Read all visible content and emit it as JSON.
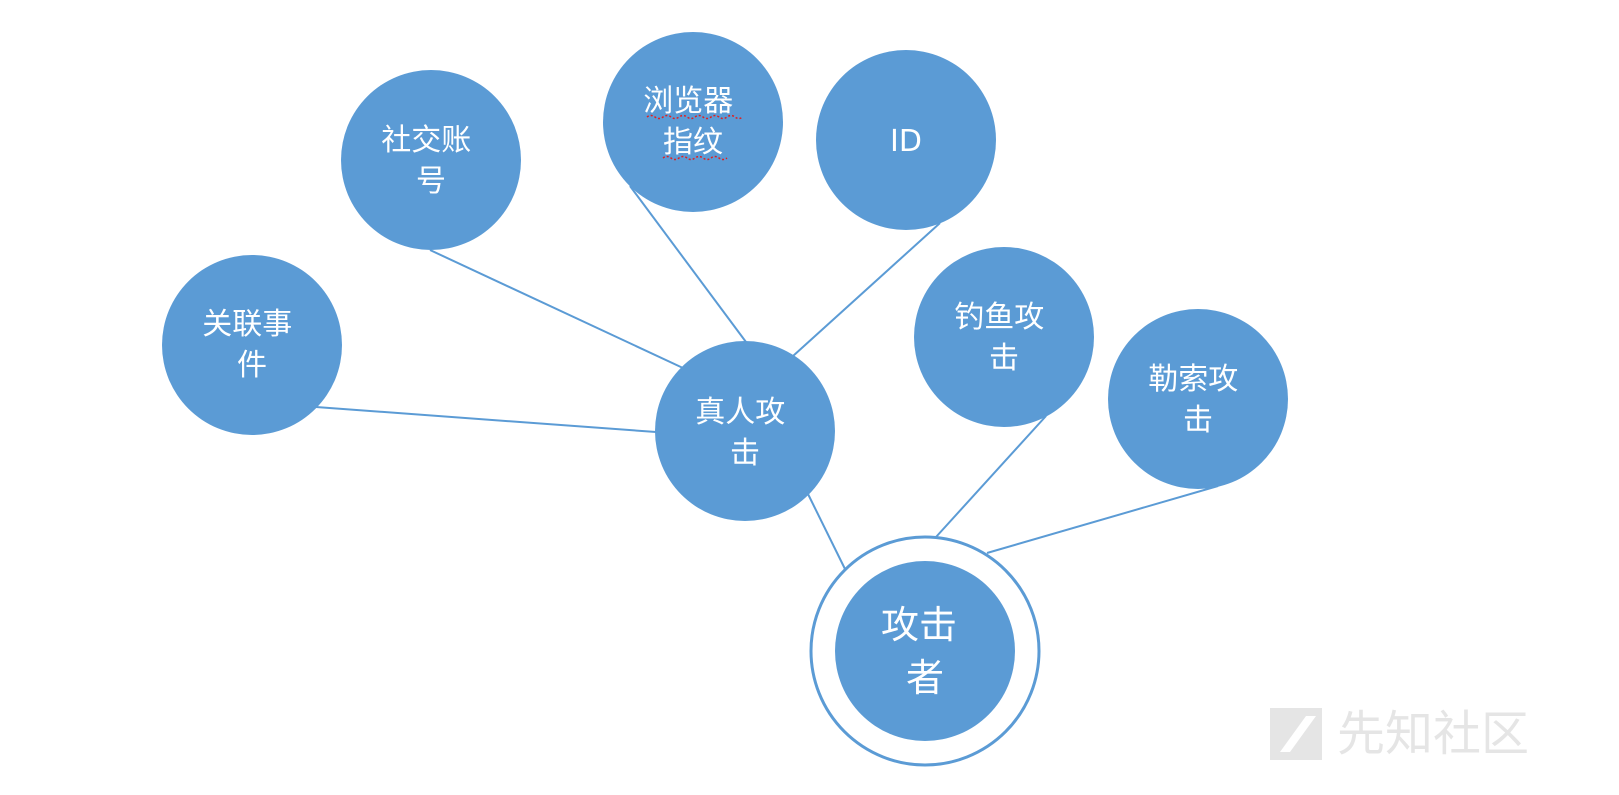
{
  "colors": {
    "node": "#5b9bd5",
    "edge": "#5b9bd5",
    "text": "#ffffff",
    "watermark": "#d0d0d0"
  },
  "nodes": {
    "attacker": {
      "lines": [
        "攻击",
        "者"
      ]
    },
    "real_attack": {
      "lines": [
        "真人攻",
        "击"
      ]
    },
    "related_events": {
      "lines": [
        "关联事",
        "件"
      ]
    },
    "social_account": {
      "lines": [
        "社交账",
        "号"
      ]
    },
    "browser_fingerprint": {
      "lines": [
        "浏览器",
        "指纹"
      ]
    },
    "id": {
      "lines": [
        "ID"
      ]
    },
    "phishing_attack": {
      "lines": [
        "钓鱼攻",
        "击"
      ]
    },
    "ransomware_attack": {
      "lines": [
        "勒索攻",
        "击"
      ]
    }
  },
  "watermark": {
    "text": "先知社区"
  }
}
